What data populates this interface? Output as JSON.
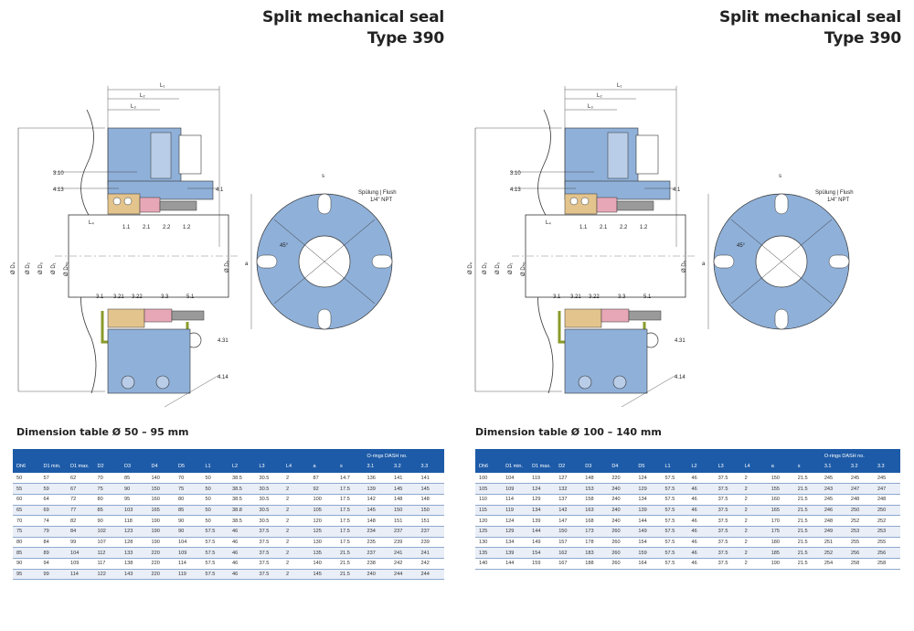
{
  "colors": {
    "blue_part": "#8fb0d8",
    "table_header": "#1d5ba8",
    "seal_pink": "#e7a7b6",
    "seal_tan": "#e4c48d"
  },
  "panels": [
    {
      "title_line1": "Split mechanical seal",
      "title_line2": "Type 390",
      "dim_title": "Dimension table Ø 50 – 95 mm",
      "drawing": {
        "L1": "L₁",
        "L2": "L₂",
        "L3": "L₃",
        "L4": "L₄",
        "c310": "3.10",
        "c413": "4.13",
        "c41": "4.1",
        "c11": "1.1",
        "c21": "2.1",
        "c22": "2.2",
        "c12": "1.2",
        "c31": "3.1",
        "c321": "3.21",
        "c322": "3.22",
        "c33": "3.3",
        "c51": "5.1",
        "c431": "4.31",
        "c414": "4.14",
        "D4": "Ø D₄",
        "D2": "Ø D₂",
        "D3": "Ø D₃",
        "D1": "Ø D₁",
        "Dh6": "Ø Dₕ₆",
        "D5": "Ø D₅",
        "s": "s",
        "a": "a",
        "angle": "45°",
        "flush1": "Spülung | Flush",
        "flush2": "1/4\" NPT"
      },
      "table": {
        "oring_header": "O-rings DASH no.",
        "headers": [
          "Dh6",
          "D1 min.",
          "D1 max.",
          "D2",
          "D3",
          "D4",
          "D5",
          "L1",
          "L2",
          "L3",
          "L4",
          "a",
          "s",
          "3.1",
          "3.2",
          "3.3"
        ],
        "rows": [
          [
            "50",
            "57",
            "62",
            "70",
            "85",
            "140",
            "70",
            "50",
            "38.5",
            "30.5",
            "2",
            "87",
            "14.7",
            "136",
            "141",
            "141"
          ],
          [
            "55",
            "59",
            "67",
            "75",
            "90",
            "150",
            "75",
            "50",
            "38.5",
            "30.5",
            "2",
            "92",
            "17.5",
            "139",
            "145",
            "145"
          ],
          [
            "60",
            "64",
            "72",
            "80",
            "95",
            "160",
            "80",
            "50",
            "38.5",
            "30.5",
            "2",
            "100",
            "17.5",
            "142",
            "148",
            "148"
          ],
          [
            "65",
            "69",
            "77",
            "85",
            "103",
            "165",
            "85",
            "50",
            "38.8",
            "30.5",
            "2",
            "105",
            "17.5",
            "145",
            "150",
            "150"
          ],
          [
            "70",
            "74",
            "82",
            "90",
            "118",
            "190",
            "90",
            "50",
            "38.5",
            "30.5",
            "2",
            "120",
            "17.5",
            "148",
            "151",
            "151"
          ],
          [
            "75",
            "79",
            "84",
            "102",
            "123",
            "190",
            "90",
            "57.5",
            "46",
            "37.5",
            "2",
            "125",
            "17.5",
            "234",
            "237",
            "237"
          ],
          [
            "80",
            "84",
            "99",
            "107",
            "128",
            "190",
            "104",
            "57.5",
            "46",
            "37.5",
            "2",
            "130",
            "17.5",
            "235",
            "239",
            "239"
          ],
          [
            "85",
            "89",
            "104",
            "112",
            "133",
            "220",
            "109",
            "57.5",
            "46",
            "37.5",
            "2",
            "135",
            "21.5",
            "237",
            "241",
            "241"
          ],
          [
            "90",
            "94",
            "109",
            "117",
            "138",
            "220",
            "114",
            "57.5",
            "46",
            "37.5",
            "2",
            "140",
            "21.5",
            "238",
            "242",
            "242"
          ],
          [
            "95",
            "99",
            "114",
            "122",
            "143",
            "220",
            "119",
            "57.5",
            "46",
            "37.5",
            "2",
            "145",
            "21.5",
            "240",
            "244",
            "244"
          ]
        ]
      }
    },
    {
      "title_line1": "Split mechanical seal",
      "title_line2": "Type 390",
      "dim_title": "Dimension table Ø 100 – 140 mm",
      "drawing": {
        "L1": "L₁",
        "L2": "L₂",
        "L3": "L₃",
        "L4": "L₄",
        "c310": "3.10",
        "c413": "4.13",
        "c41": "4.1",
        "c11": "1.1",
        "c21": "2.1",
        "c22": "2.2",
        "c12": "1.2",
        "c31": "3.1",
        "c321": "3.21",
        "c322": "3.22",
        "c33": "3.3",
        "c51": "5.1",
        "c431": "4.31",
        "c414": "4.14",
        "D4": "Ø D₄",
        "D2": "Ø D₂",
        "D3": "Ø D₃",
        "D1": "Ø D₁",
        "Dh6": "Ø Dₕ₆",
        "D5": "Ø D₅",
        "s": "s",
        "a": "a",
        "angle": "45°",
        "flush1": "Spülung | Flush",
        "flush2": "1/4\" NPT"
      },
      "table": {
        "oring_header": "O-rings DASH no.",
        "headers": [
          "Dh6",
          "D1 min.",
          "D1 max.",
          "D2",
          "D3",
          "D4",
          "D5",
          "L1",
          "L2",
          "L3",
          "L4",
          "a",
          "s",
          "3.1",
          "3.2",
          "3.3"
        ],
        "rows": [
          [
            "100",
            "104",
            "119",
            "127",
            "148",
            "220",
            "124",
            "57.5",
            "46",
            "37.5",
            "2",
            "150",
            "21.5",
            "245",
            "245",
            "245"
          ],
          [
            "105",
            "109",
            "124",
            "132",
            "153",
            "240",
            "129",
            "57.5",
            "46",
            "37.5",
            "2",
            "155",
            "21.5",
            "243",
            "247",
            "247"
          ],
          [
            "110",
            "114",
            "129",
            "137",
            "158",
            "240",
            "134",
            "57.5",
            "46",
            "37.5",
            "2",
            "160",
            "21.5",
            "245",
            "248",
            "248"
          ],
          [
            "115",
            "119",
            "134",
            "142",
            "163",
            "240",
            "139",
            "57.5",
            "46",
            "37.5",
            "2",
            "165",
            "21.5",
            "246",
            "250",
            "250"
          ],
          [
            "120",
            "124",
            "139",
            "147",
            "168",
            "240",
            "144",
            "57.5",
            "46",
            "37.5",
            "2",
            "170",
            "21.5",
            "248",
            "252",
            "252"
          ],
          [
            "125",
            "129",
            "144",
            "150",
            "173",
            "260",
            "149",
            "57.5",
            "46",
            "37.5",
            "2",
            "175",
            "21.5",
            "249",
            "253",
            "253"
          ],
          [
            "130",
            "134",
            "149",
            "157",
            "178",
            "260",
            "154",
            "57.5",
            "46",
            "37.5",
            "2",
            "180",
            "21.5",
            "251",
            "255",
            "255"
          ],
          [
            "135",
            "139",
            "154",
            "162",
            "183",
            "260",
            "159",
            "57.5",
            "46",
            "37.5",
            "2",
            "185",
            "21.5",
            "252",
            "256",
            "256"
          ],
          [
            "140",
            "144",
            "159",
            "167",
            "188",
            "260",
            "164",
            "57.5",
            "46",
            "37.5",
            "2",
            "190",
            "21.5",
            "254",
            "258",
            "258"
          ]
        ]
      }
    }
  ]
}
